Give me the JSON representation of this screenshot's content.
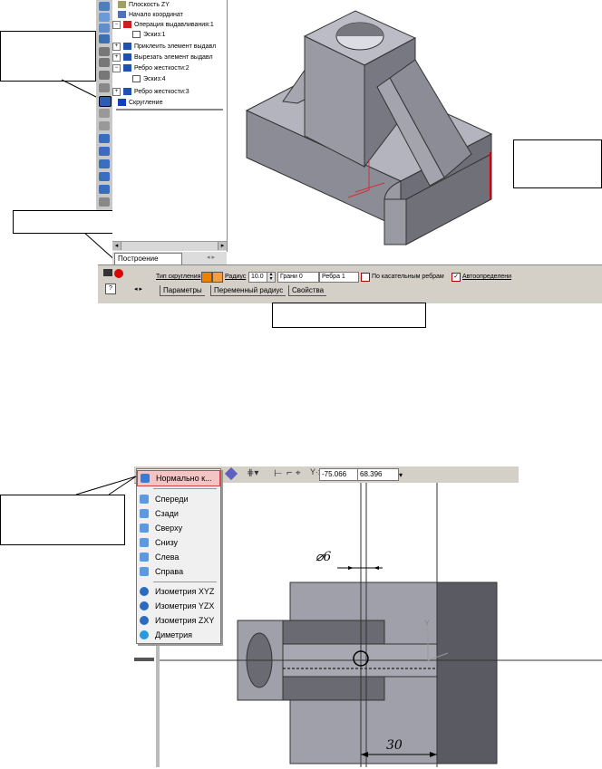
{
  "top_window": {
    "tree": {
      "items": [
        {
          "label": "Плоскость ZY",
          "expand": ""
        },
        {
          "label": "Начало координат",
          "expand": ""
        },
        {
          "label": "Операция выдавливания:1",
          "expand": "−"
        },
        {
          "label": "Эскиз:1",
          "expand": ""
        },
        {
          "label": "Приклеить элемент выдавл",
          "expand": "+"
        },
        {
          "label": "Вырезать элемент выдавл",
          "expand": "+"
        },
        {
          "label": "Ребро жесткости:2",
          "expand": "−"
        },
        {
          "label": "Эскиз:4",
          "expand": ""
        },
        {
          "label": "Ребро жесткости:3",
          "expand": "+"
        },
        {
          "label": "Скругление",
          "expand": ""
        }
      ],
      "tab_label": "Построение"
    },
    "property_bar": {
      "fillet_type_label": "Тип скругления",
      "radius_label": "Радиус",
      "radius_value": "10.0",
      "faces_value": "Грани 0",
      "edges_value": "Ребра 1",
      "tangent_edges_label": "По касательным ребрам",
      "auto_label": "Автоопределени",
      "tabs": [
        "Параметры",
        "Переменный радиус",
        "Свойства"
      ]
    },
    "colors": {
      "accent_red": "#cc0000",
      "model_gray": "#8c8c96"
    }
  },
  "bottom_window": {
    "coords": {
      "x": "-75.066",
      "y": "68.396"
    },
    "axis_label": "Y",
    "view_menu": {
      "selected": "Нормально к...",
      "items": [
        "Спереди",
        "Сзади",
        "Сверху",
        "Снизу",
        "Слева",
        "Справа"
      ],
      "iso_items": [
        "Изометрия XYZ",
        "Изометрия YZX",
        "Изометрия ZXY",
        "Диметрия"
      ]
    },
    "dimensions": {
      "diameter": "⌀6",
      "length": "30"
    }
  }
}
